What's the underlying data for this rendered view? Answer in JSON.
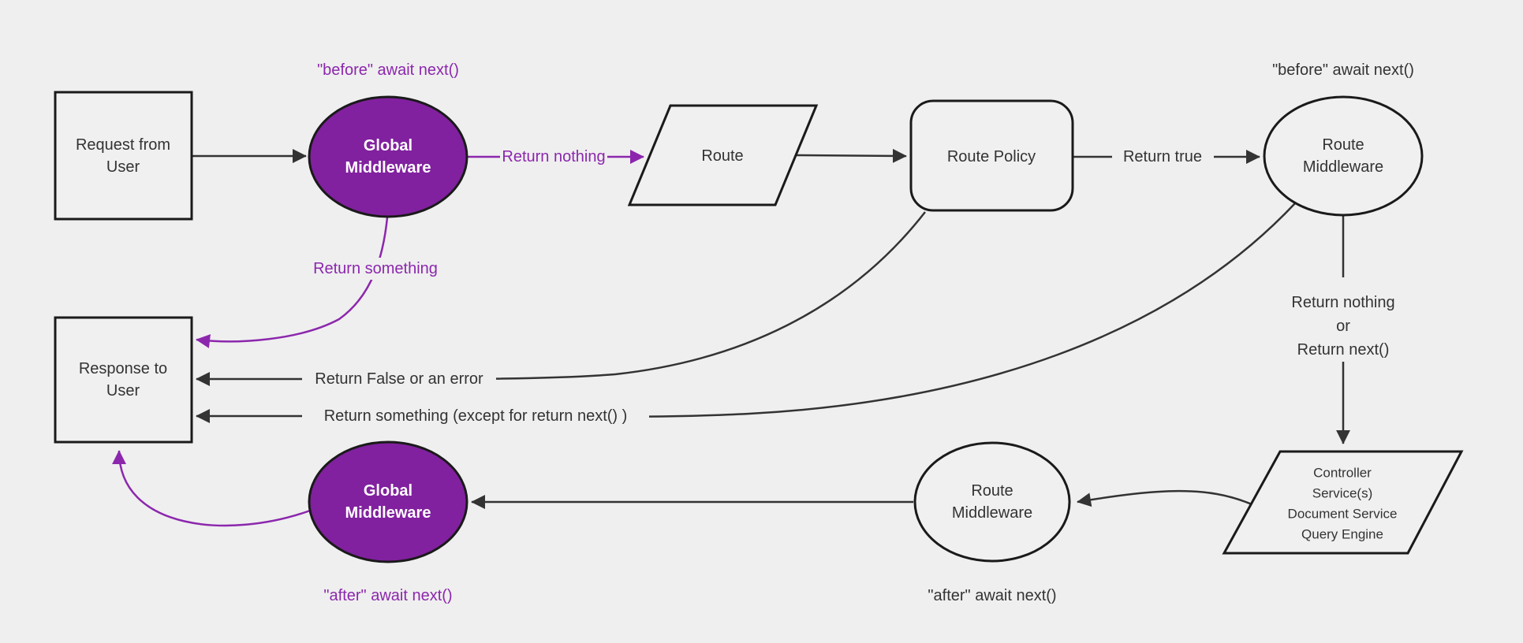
{
  "colors": {
    "background": "#efefef",
    "node_fill": "#f0f0f0",
    "node_stroke": "#1a1a1a",
    "edge_color": "#333333",
    "purple_fill": "#81219f",
    "purple_line": "#8c27ad",
    "text_color": "#333333",
    "text_on_purple": "#ffffff"
  },
  "diagram": {
    "nodes": {
      "request": {
        "shape": "rectangle",
        "label_lines": [
          "Request from",
          "User"
        ]
      },
      "global_middleware_top": {
        "shape": "ellipse",
        "label_lines": [
          "Global",
          "Middleware"
        ],
        "annotation": "\"before\" await next()"
      },
      "route": {
        "shape": "parallelogram",
        "label": "Route"
      },
      "route_policy": {
        "shape": "rounded-rectangle",
        "label": "Route Policy"
      },
      "route_middleware_top": {
        "shape": "ellipse",
        "label_lines": [
          "Route",
          "Middleware"
        ],
        "annotation": "\"before\" await next()"
      },
      "controller_services": {
        "shape": "parallelogram",
        "label_lines": [
          "Controller",
          "Service(s)",
          "Document Service",
          "Query Engine"
        ]
      },
      "route_middleware_bottom": {
        "shape": "ellipse",
        "label_lines": [
          "Route",
          "Middleware"
        ],
        "annotation": "\"after\" await next()"
      },
      "global_middleware_bottom": {
        "shape": "ellipse",
        "label_lines": [
          "Global",
          "Middleware"
        ],
        "annotation": "\"after\" await next()"
      },
      "response": {
        "shape": "rectangle",
        "label_lines": [
          "Response to",
          "User"
        ]
      }
    },
    "edges": {
      "return_nothing": {
        "label": "Return nothing"
      },
      "return_true": {
        "label": "Return true"
      },
      "return_something": {
        "label": "Return something"
      },
      "return_nothing_or_next": {
        "label_lines": [
          "Return nothing",
          "or",
          "Return next()"
        ]
      },
      "return_false_or_error": {
        "label": "Return False or an error"
      },
      "return_something_except": {
        "label": "Return something (except for return next() )"
      }
    }
  }
}
